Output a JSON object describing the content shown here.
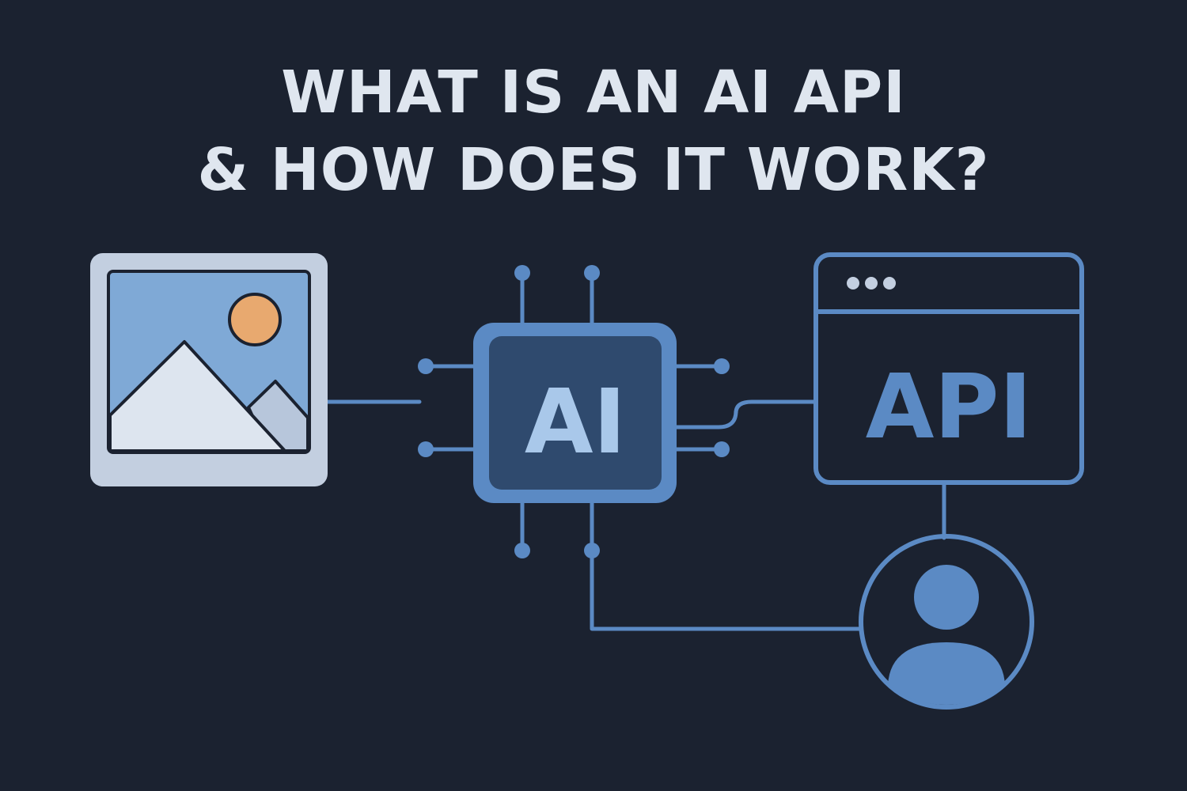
{
  "title": {
    "line1": "WHAT IS AN AI API",
    "line2": "& HOW DOES IT WORK?"
  },
  "nodes": {
    "image": {
      "icon": "image-icon"
    },
    "chip": {
      "label": "AI",
      "icon": "chip-icon"
    },
    "api_window": {
      "label": "API",
      "icon": "browser-window-icon"
    },
    "user": {
      "icon": "user-icon"
    }
  },
  "colors": {
    "background": "#1b2230",
    "title": "#dfe6ef",
    "accent": "#5b8ac4",
    "chip_fill": "#2f4a6e",
    "chip_text": "#a9c8ea",
    "image_frame": "#c3cfe0",
    "sky": "#7fa9d6",
    "sun": "#e8a96f",
    "mountain": "#dde5ef"
  }
}
